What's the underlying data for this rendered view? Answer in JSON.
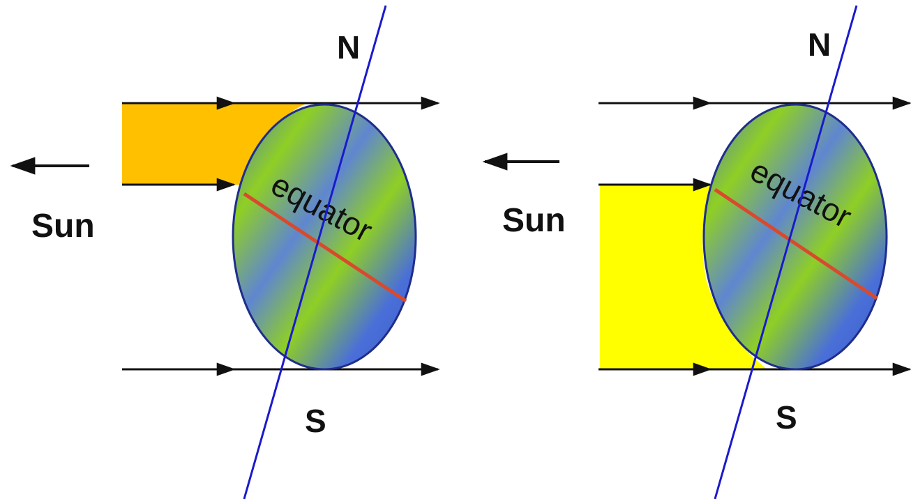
{
  "panels": [
    {
      "sun_label": "Sun",
      "north_label": "N",
      "south_label": "S",
      "equator_label": "equator",
      "shaded_region_color": "#ffc000"
    },
    {
      "sun_label": "Sun",
      "north_label": "N",
      "south_label": "S",
      "equator_label": "equator",
      "shaded_region_color": "#ffff00"
    }
  ],
  "colors": {
    "axis": "#1a1acc",
    "equator_line": "#d84a2e",
    "globe_edge": "#1f2d8c",
    "globe_blue": "#4a6fd8",
    "globe_green": "#8fcf24",
    "arrows": "#111111"
  }
}
